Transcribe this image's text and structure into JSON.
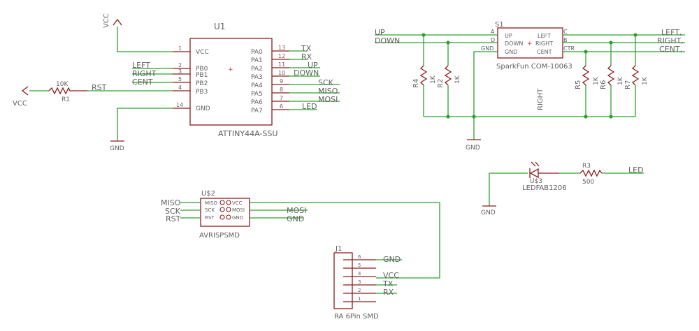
{
  "u1": {
    "ref": "U1",
    "part": "ATTINY44A-SSU",
    "left_pins": [
      {
        "num": "1",
        "name": "VCC"
      },
      {
        "num": "2",
        "name": "PB0"
      },
      {
        "num": "3",
        "name": "PB1"
      },
      {
        "num": "5",
        "name": "PB2"
      },
      {
        "num": "4",
        "name": "PB3"
      },
      {
        "num": "14",
        "name": "GND"
      }
    ],
    "right_pins": [
      {
        "num": "13",
        "name": "PA0",
        "net": "TX"
      },
      {
        "num": "12",
        "name": "PA1",
        "net": "RX"
      },
      {
        "num": "11",
        "name": "PA2",
        "net": "UP"
      },
      {
        "num": "10",
        "name": "PA3",
        "net": "DOWN"
      },
      {
        "num": "9",
        "name": "PA4",
        "net": "SCK"
      },
      {
        "num": "8",
        "name": "PA5",
        "net": "MISO"
      },
      {
        "num": "7",
        "name": "PA6",
        "net": "MOSI"
      },
      {
        "num": "6",
        "name": "PA7",
        "net": "LED"
      }
    ],
    "left_nets": [
      "LEFT",
      "RIGHT",
      "CENT"
    ],
    "vcc": "VCC",
    "gnd": "GND"
  },
  "r1": {
    "ref": "R1",
    "value": "10K",
    "net": "RST",
    "supply": "VCC"
  },
  "s1": {
    "ref": "S1",
    "part": "SparkFun COM-10063",
    "left_pins": [
      {
        "letter": "A",
        "name": "UP"
      },
      {
        "letter": "D",
        "name": "DOWN"
      },
      {
        "letter": "GND",
        "name": "GND"
      }
    ],
    "right_pins": [
      {
        "letter": "C",
        "name": "LEFT"
      },
      {
        "letter": "B",
        "name": "RIGHT"
      },
      {
        "letter": "CTR",
        "name": "CENT"
      }
    ],
    "in_nets": [
      "UP",
      "DOWN"
    ],
    "out_nets": [
      "LEFT,",
      "RIGHT,",
      "CENT,"
    ],
    "resistors": [
      {
        "ref": "R4",
        "value": "1K"
      },
      {
        "ref": "R2",
        "value": "1K"
      },
      {
        "ref": "R5",
        "value": "1K"
      },
      {
        "ref": "R6",
        "value": "1K"
      },
      {
        "ref": "R7",
        "value": "1K"
      }
    ],
    "right_label": "RIGHT",
    "gnd": "GND"
  },
  "led": {
    "ref": "U$3",
    "part": "LEDFAB1206",
    "r_ref": "R3",
    "r_value": "500",
    "net": "LED",
    "gnd": "GND"
  },
  "isp": {
    "ref": "U$2",
    "part": "AVRISPSMD",
    "pins_left": [
      "MISO",
      "SCK",
      "RST"
    ],
    "pins_right": [
      "VCC",
      "MOSI",
      "GND"
    ],
    "nets_left": [
      "MISO",
      "SCK",
      "RST"
    ],
    "nets_right": [
      "MOSI",
      "GND"
    ]
  },
  "j1": {
    "ref": "J1",
    "part": "RA 6Pin SMD",
    "pins": [
      "6",
      "5",
      "4",
      "3",
      "2",
      "1"
    ],
    "nets": [
      "GND",
      "",
      "VCC",
      "TX",
      "RX",
      ""
    ]
  }
}
